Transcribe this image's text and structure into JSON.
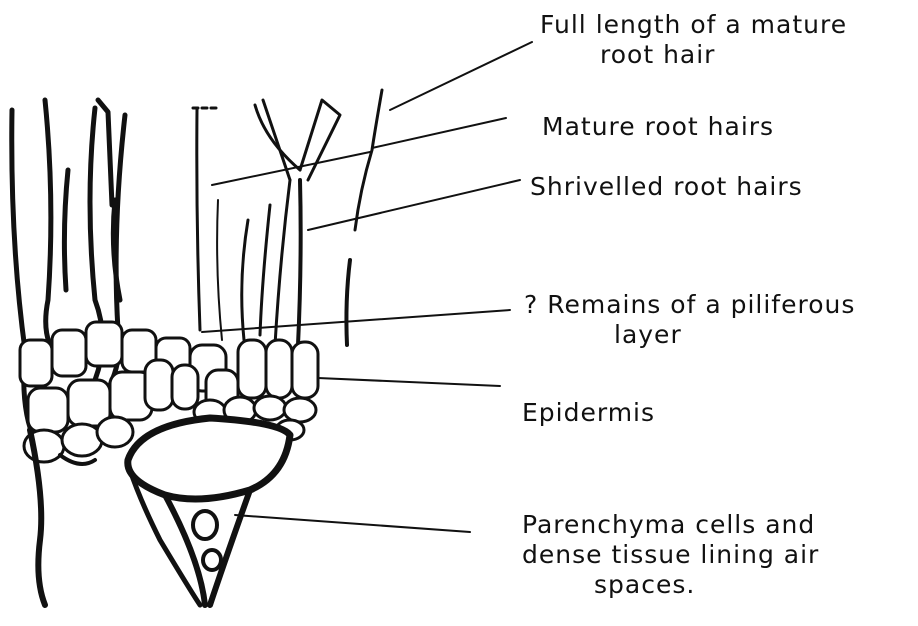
{
  "labels": {
    "mature_root_hair_full_length": {
      "line1": "Full length of a mature",
      "line2": "root hair"
    },
    "mature_root_hairs": "Mature root hairs",
    "shrivelled_root_hairs": "Shrivelled root hairs",
    "piliferous_layer": {
      "line1": "? Remains of a piliferous",
      "line2": "layer"
    },
    "epidermis": "Epidermis",
    "parenchyma": {
      "line1": "Parenchyma cells and",
      "line2": "dense tissue lining air",
      "line3": "spaces."
    }
  }
}
